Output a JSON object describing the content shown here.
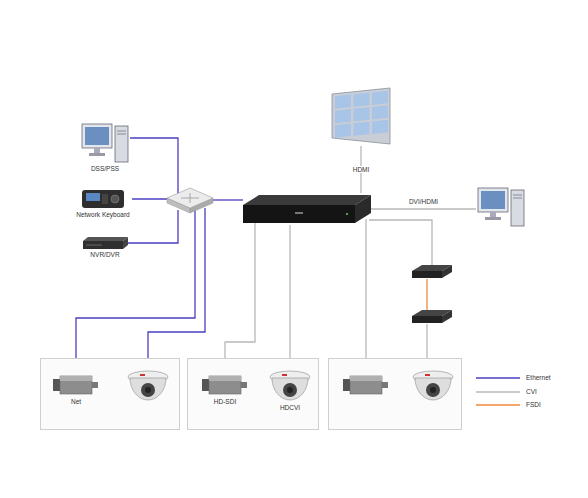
{
  "diagram": {
    "nodes": [
      {
        "text": []
      },
      {
        "text": [
          "DSS/PSS"
        ]
      },
      {
        "text": [
          "Network Keyboard"
        ]
      },
      {
        "text": [
          "NVR/DVR"
        ]
      },
      {
        "text": []
      },
      {
        "text": []
      },
      {
        "text": []
      },
      {
        "text": []
      },
      {
        "text": [
          "Net"
        ],
        "in": 7
      },
      {
        "text": [],
        "in": 7
      },
      {
        "text": []
      },
      {
        "text": [
          "HD-SDI"
        ],
        "in": 10
      },
      {
        "text": [
          "HDCVI"
        ],
        "in": 10
      },
      {
        "text": []
      },
      {
        "text": [],
        "in": 13
      },
      {
        "text": [],
        "in": 13
      },
      {
        "text": []
      },
      {
        "text": []
      }
    ],
    "edges": [
      {
        "from": 5,
        "to": 0,
        "label": "HDMI",
        "arrow": "none"
      },
      {
        "from": 5,
        "to": 6,
        "label": "DVI/HDMI",
        "arrow": "none"
      },
      {
        "from": 1,
        "to": 4,
        "arrow": "none"
      },
      {
        "from": 2,
        "to": 4,
        "arrow": "none"
      },
      {
        "from": 3,
        "to": 4,
        "arrow": "none"
      },
      {
        "from": 4,
        "to": 5,
        "arrow": "none"
      },
      {
        "from": 4,
        "to": 8,
        "arrow": "none"
      },
      {
        "from": 4,
        "to": 9,
        "arrow": "none"
      },
      {
        "from": 5,
        "to": 11,
        "arrow": "none"
      },
      {
        "from": 5,
        "to": 12,
        "arrow": "none"
      },
      {
        "from": 5,
        "to": 14,
        "arrow": "none"
      },
      {
        "from": 5,
        "to": 16,
        "arrow": "none"
      },
      {
        "from": 16,
        "to": 17,
        "arrow": "none"
      },
      {
        "from": 17,
        "to": 15,
        "arrow": "none"
      }
    ],
    "legend": [
      {
        "text": "Ethernet"
      },
      {
        "text": "CVI"
      },
      {
        "text": "FSDI"
      }
    ]
  }
}
